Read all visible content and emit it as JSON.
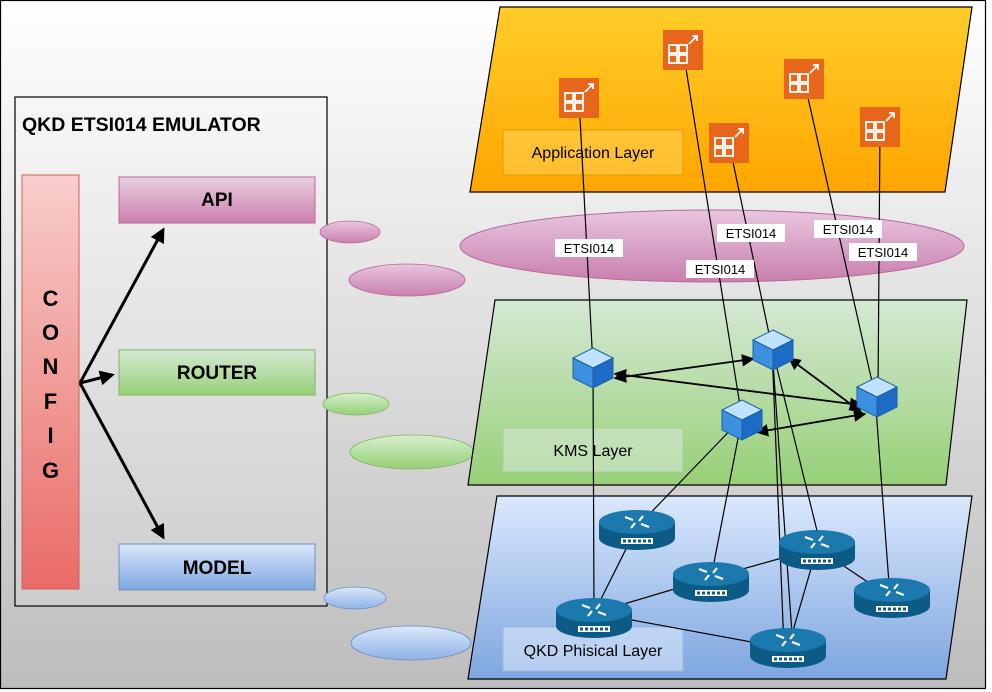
{
  "emulator": {
    "title": "QKD ETSI014 EMULATOR",
    "config_letters": [
      "C",
      "O",
      "N",
      "F",
      "I",
      "G"
    ],
    "api_label": "API",
    "router_label": "ROUTER",
    "model_label": "MODEL"
  },
  "layers": {
    "application": "Application Layer",
    "kms": "KMS Layer",
    "physical": "QKD Phisical Layer"
  },
  "interface_labels": [
    "ETSI014",
    "ETSI014",
    "ETSI014",
    "ETSI014",
    "ETSI014"
  ],
  "colors": {
    "background_gradient": [
      "#ffffff",
      "#bdbdbd"
    ],
    "config_bar": [
      "#f8cecc",
      "#ea6b66"
    ],
    "api_box": [
      "#e6d0de",
      "#cd7eae"
    ],
    "router_box": [
      "#d5e8d4",
      "#97d077"
    ],
    "model_box": [
      "#dae8fc",
      "#7ea6e0"
    ],
    "application_layer": [
      "#ffcd28",
      "#ffa500"
    ],
    "kms_layer": [
      "#d5e8d4",
      "#97d077"
    ],
    "physical_layer": [
      "#dae8fc",
      "#7ea6e0"
    ],
    "cloud_pink": "#d8a0c5",
    "cloud_green": "#a8d890",
    "cloud_blue": "#a9c4ee",
    "app_icon": "#e8651c",
    "kms_node": "#2a7fd8",
    "router_node": "#0c5b86"
  },
  "icons": {
    "application_nodes": "application-node-icon",
    "kms_nodes": "kms-cube-icon",
    "qkd_nodes": "router-icon"
  }
}
